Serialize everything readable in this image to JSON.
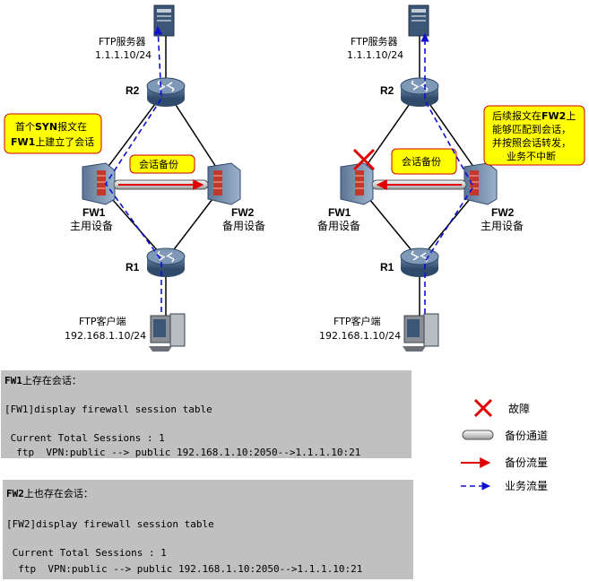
{
  "left": {
    "server_label": "FTP服务器",
    "server_ip": "1.1.1.10/24",
    "r2": "R2",
    "r1": "R1",
    "fw1_name": "FW1",
    "fw1_role": "主用设备",
    "fw2_name": "FW2",
    "fw2_role": "备用设备",
    "session_backup": "会话备份",
    "callout_line1_pre": "首个",
    "callout_line1_bold": "SYN",
    "callout_line1_post": "报文在",
    "callout_line2_bold": "FW1",
    "callout_line2_post": "上建立了会话",
    "client_label": "FTP客户端",
    "client_ip": "192.168.1.10/24"
  },
  "right": {
    "server_label": "FTP服务器",
    "server_ip": "1.1.1.10/24",
    "r2": "R2",
    "r1": "R1",
    "fw1_name": "FW1",
    "fw1_role": "备用设备",
    "fw2_name": "FW2",
    "fw2_role": "主用设备",
    "session_backup": "会话备份",
    "callout_line1_pre": "后续报文在",
    "callout_line1_bold": "FW2",
    "callout_line1_post": "上",
    "callout_line2": "能够匹配到会话，",
    "callout_line3": "并按照会话转发，",
    "callout_line4": "业务不中断",
    "client_label": "FTP客户端",
    "client_ip": "192.168.1.10/24"
  },
  "fw1_box": {
    "title_bold": "FW1",
    "title_rest": "上存在会话：",
    "command": "[FW1]display firewall session table",
    "sessions": " Current Total Sessions : 1",
    "entry": "  ftp  VPN:public --> public 192.168.1.10:2050-->1.1.1.10:21"
  },
  "fw2_box": {
    "title_bold": "FW2",
    "title_rest": "上也存在会话：",
    "command": "[FW2]display firewall session table",
    "sessions": " Current Total Sessions : 1",
    "entry": "  ftp  VPN:public --> public 192.168.1.10:2050-->1.1.1.10:21"
  },
  "legend": {
    "fault": "故障",
    "backup_channel": "备份通道",
    "backup_traffic": "备份流量",
    "service_traffic": "业务流量"
  },
  "colors": {
    "callout_fill": "#ffff00",
    "callout_border": "#cc0000",
    "backup_line": "#e00000",
    "service_line": "#1010d0",
    "fault_cross": "#e00000",
    "console_bg": "#c0c0c0"
  }
}
